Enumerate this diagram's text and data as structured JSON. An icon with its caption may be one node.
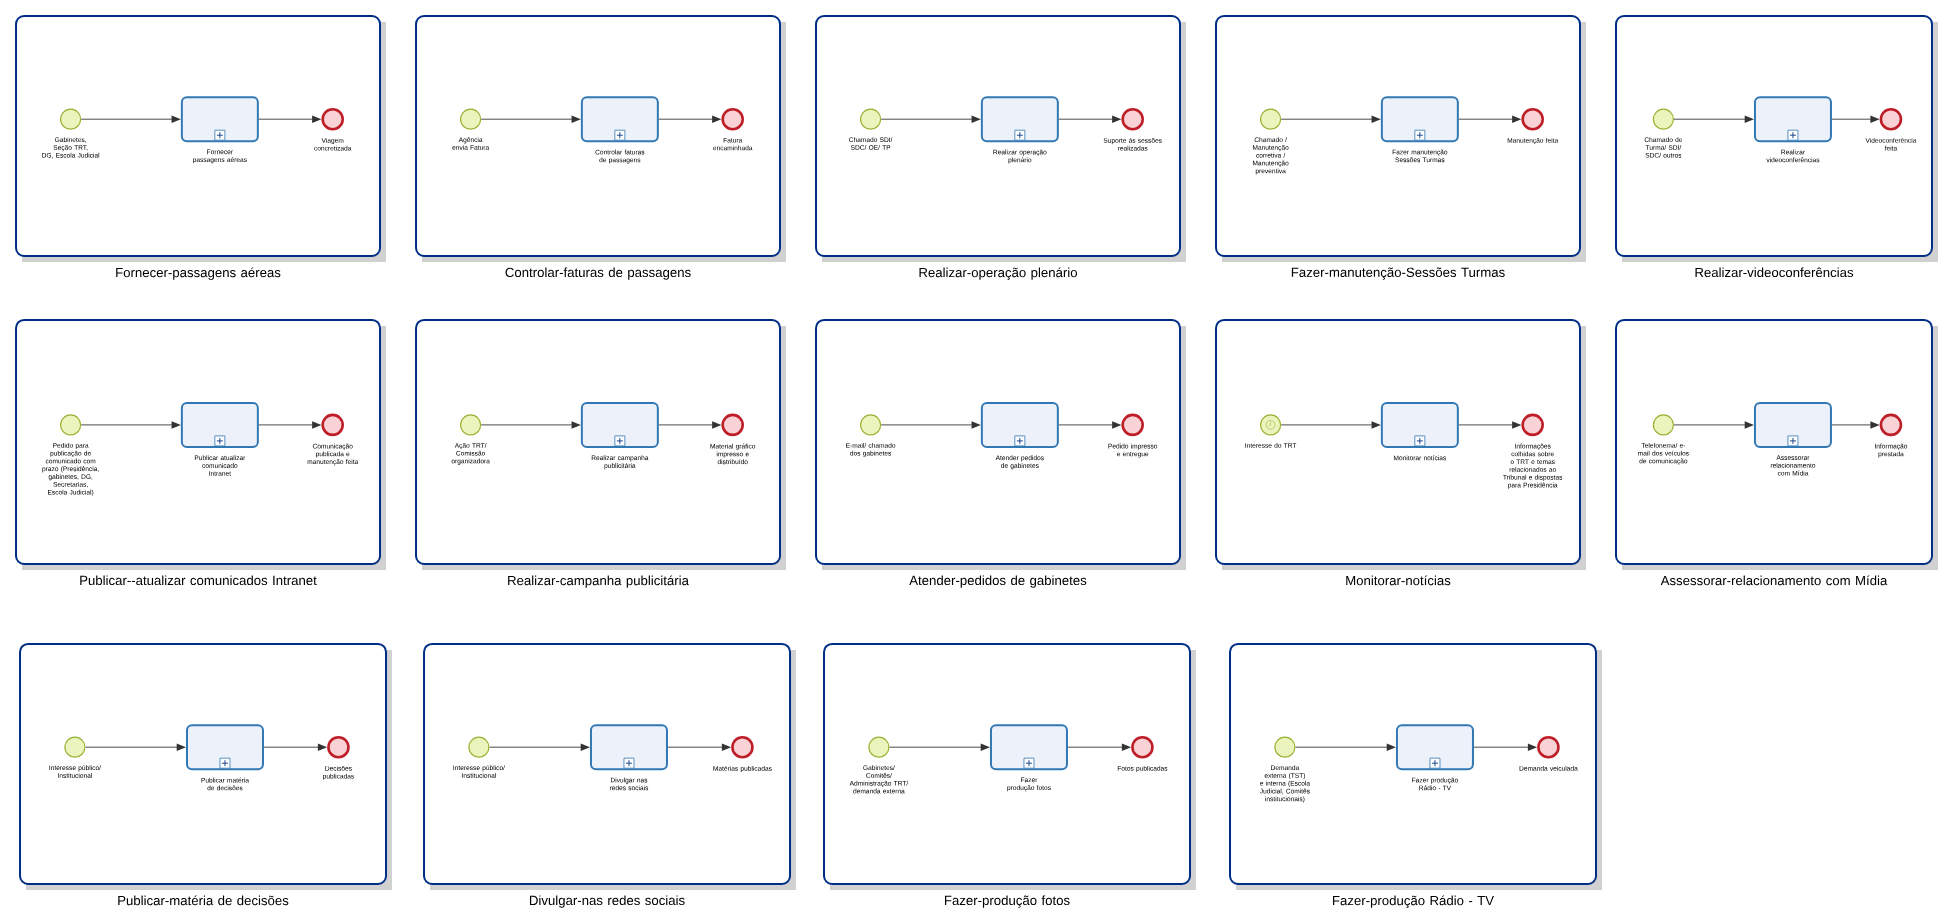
{
  "diagram": {
    "nodes": [
      {
        "text": [
          "Fornecer-passagens aéreas"
        ]
      },
      {
        "text": [],
        "shape": "circle",
        "in": 0,
        "beside": [
          "Gabinetes, Seção TRT, DG, Escola Judicial"
        ]
      },
      {
        "text": [],
        "shape": "box",
        "in": 0,
        "beside": [
          "Fornecer passagens aéreas"
        ]
      },
      {
        "text": [],
        "shape": "circle",
        "in": 0,
        "beside": [
          "Viagem concretizada"
        ]
      },
      {
        "text": [
          "Controlar-faturas de passagens"
        ]
      },
      {
        "text": [],
        "shape": "circle",
        "in": 4,
        "beside": [
          "Agência envia Fatura"
        ]
      },
      {
        "text": [],
        "shape": "box",
        "in": 4,
        "beside": [
          "Controlar faturas de passagens"
        ]
      },
      {
        "text": [],
        "shape": "circle",
        "in": 4,
        "beside": [
          "Fatura encaminhada"
        ]
      },
      {
        "text": [
          "Realizar-operação plenário"
        ]
      },
      {
        "text": [],
        "shape": "circle",
        "in": 8,
        "beside": [
          "Chamado SDI/ SDC/ OE/ TP"
        ]
      },
      {
        "text": [],
        "shape": "box",
        "in": 8,
        "beside": [
          "Realizar operação plenário"
        ]
      },
      {
        "text": [],
        "shape": "circle",
        "in": 8,
        "beside": [
          "Suporte às sessões realizadas"
        ]
      },
      {
        "text": [
          "Fazer-manutenção-Sessões Turmas"
        ]
      },
      {
        "text": [],
        "shape": "circle",
        "in": 12,
        "beside": [
          "Chamado / Manutenção corretiva / Manutenção preventiva"
        ]
      },
      {
        "text": [],
        "shape": "box",
        "in": 12,
        "beside": [
          "Fazer manutenção Sessões Turmas"
        ]
      },
      {
        "text": [],
        "shape": "circle",
        "in": 12,
        "beside": [
          "Manutenção feita"
        ]
      },
      {
        "text": [
          "Realizar-videoconferências"
        ]
      },
      {
        "text": [],
        "shape": "circle",
        "in": 16,
        "beside": [
          "Chamado de Turma/ SDI/ SDC/ outros"
        ]
      },
      {
        "text": [],
        "shape": "box",
        "in": 16,
        "beside": [
          "Realizar videoconferências"
        ]
      },
      {
        "text": [],
        "shape": "circle",
        "in": 16,
        "beside": [
          "Videoconferência feita"
        ]
      },
      {
        "text": [
          "Publicar--atualizar comunicados Intranet"
        ]
      },
      {
        "text": [],
        "shape": "circle",
        "in": 20,
        "beside": [
          "Pedido para publicação de comunicado com prazo (Presidência, gabinetes, DG, Secretarias, Escola Judicial)"
        ]
      },
      {
        "text": [],
        "shape": "box",
        "in": 20,
        "beside": [
          "Publicar atualizar comunicado Intranet"
        ]
      },
      {
        "text": [],
        "shape": "circle",
        "in": 20,
        "beside": [
          "Comunicação publicada e manutenção feita"
        ]
      },
      {
        "text": [
          "Realizar-campanha publicitária"
        ]
      },
      {
        "text": [],
        "shape": "circle",
        "in": 24,
        "beside": [
          "Ação TRT/ Comissão organizadora"
        ]
      },
      {
        "text": [],
        "shape": "box",
        "in": 24,
        "beside": [
          "Realizar campanha publicitária"
        ]
      },
      {
        "text": [],
        "shape": "circle",
        "in": 24,
        "beside": [
          "Material gráfico impresso e distribuído"
        ]
      },
      {
        "text": [
          "Atender-pedidos de gabinetes"
        ]
      },
      {
        "text": [],
        "shape": "circle",
        "in": 28,
        "beside": [
          "E-mail/ chamado dos gabinetes"
        ]
      },
      {
        "text": [],
        "shape": "box",
        "in": 28,
        "beside": [
          "Atender pedidos de gabinetes"
        ]
      },
      {
        "text": [],
        "shape": "circle",
        "in": 28,
        "beside": [
          "Pedido impresso e entregue"
        ]
      },
      {
        "text": [
          "Monitorar-notícias"
        ]
      },
      {
        "text": [],
        "shape": "circle",
        "in": 32,
        "beside": [
          "Interesse do TRT"
        ]
      },
      {
        "text": [],
        "shape": "box",
        "in": 32,
        "beside": [
          "Monitorar notícias"
        ]
      },
      {
        "text": [],
        "shape": "circle",
        "in": 32,
        "beside": [
          "Informações colhidas sobre o TRT e temas relacionados ao Tribunal e dispostas para Presidência"
        ]
      },
      {
        "text": [
          "Assessorar-relacionamento com Mídia"
        ]
      },
      {
        "text": [],
        "shape": "circle",
        "in": 36,
        "beside": [
          "Telefonema/ e-mail dos veículos de comunicação"
        ]
      },
      {
        "text": [],
        "shape": "box",
        "in": 36,
        "beside": [
          "Assessorar relacionamento com Mídia"
        ]
      },
      {
        "text": [],
        "shape": "circle",
        "in": 36,
        "beside": [
          "Informação prestada"
        ]
      },
      {
        "text": [
          "Publicar-matéria de decisões"
        ]
      },
      {
        "text": [],
        "shape": "circle",
        "in": 40,
        "beside": [
          "Interesse público/ Institucional"
        ]
      },
      {
        "text": [],
        "shape": "box",
        "in": 40,
        "beside": [
          "Publicar matéria de decisões"
        ]
      },
      {
        "text": [],
        "shape": "circle",
        "in": 40,
        "beside": [
          "Decisões publicadas"
        ]
      },
      {
        "text": [
          "Divulgar-nas redes sociais"
        ]
      },
      {
        "text": [],
        "shape": "circle",
        "in": 44,
        "beside": [
          "Interesse público/ Institucional"
        ]
      },
      {
        "text": [],
        "shape": "box",
        "in": 44,
        "beside": [
          "Divulgar nas redes sociais"
        ]
      },
      {
        "text": [],
        "shape": "circle",
        "in": 44,
        "beside": [
          "Matérias publicadas"
        ]
      },
      {
        "text": [
          "Fazer-produção fotos"
        ]
      },
      {
        "text": [],
        "shape": "circle",
        "in": 48,
        "beside": [
          "Gabinetes/ Comitês/ Administração TRT/ demanda externa"
        ]
      },
      {
        "text": [],
        "shape": "box",
        "in": 48,
        "beside": [
          "Fazer produção fotos"
        ]
      },
      {
        "text": [],
        "shape": "circle",
        "in": 48,
        "beside": [
          "Fotos publicadas"
        ]
      },
      {
        "text": [
          "Fazer-produção Rádio - TV"
        ]
      },
      {
        "text": [],
        "shape": "circle",
        "in": 52,
        "beside": [
          "Demanda externa (TST) e interna (Escola Judicial, Comitês institucionais)"
        ]
      },
      {
        "text": [],
        "shape": "box",
        "in": 52,
        "beside": [
          "Fazer produção Rádio - TV"
        ]
      },
      {
        "text": [],
        "shape": "circle",
        "in": 52,
        "beside": [
          "Demanda veiculada"
        ]
      }
    ],
    "edges": [
      {
        "from": 1,
        "to": 2,
        "arrow": "to"
      },
      {
        "from": 2,
        "to": 3,
        "arrow": "to"
      },
      {
        "from": 5,
        "to": 6,
        "arrow": "to"
      },
      {
        "from": 6,
        "to": 7,
        "arrow": "to"
      },
      {
        "from": 9,
        "to": 10,
        "arrow": "to"
      },
      {
        "from": 10,
        "to": 11,
        "arrow": "to"
      },
      {
        "from": 13,
        "to": 14,
        "arrow": "to"
      },
      {
        "from": 14,
        "to": 15,
        "arrow": "to"
      },
      {
        "from": 17,
        "to": 18,
        "arrow": "to"
      },
      {
        "from": 18,
        "to": 19,
        "arrow": "to"
      },
      {
        "from": 21,
        "to": 22,
        "arrow": "to"
      },
      {
        "from": 22,
        "to": 23,
        "arrow": "to"
      },
      {
        "from": 25,
        "to": 26,
        "arrow": "to"
      },
      {
        "from": 26,
        "to": 27,
        "arrow": "to"
      },
      {
        "from": 29,
        "to": 30,
        "arrow": "to"
      },
      {
        "from": 30,
        "to": 31,
        "arrow": "to"
      },
      {
        "from": 33,
        "to": 34,
        "arrow": "to"
      },
      {
        "from": 34,
        "to": 35,
        "arrow": "to"
      },
      {
        "from": 37,
        "to": 38,
        "arrow": "to"
      },
      {
        "from": 38,
        "to": 39,
        "arrow": "to"
      },
      {
        "from": 41,
        "to": 42,
        "arrow": "to"
      },
      {
        "from": 42,
        "to": 43,
        "arrow": "to"
      },
      {
        "from": 45,
        "to": 46,
        "arrow": "to"
      },
      {
        "from": 46,
        "to": 47,
        "arrow": "to"
      },
      {
        "from": 49,
        "to": 50,
        "arrow": "to"
      },
      {
        "from": 50,
        "to": 51,
        "arrow": "to"
      },
      {
        "from": 53,
        "to": 54,
        "arrow": "to"
      },
      {
        "from": 54,
        "to": 55,
        "arrow": "to"
      }
    ]
  }
}
